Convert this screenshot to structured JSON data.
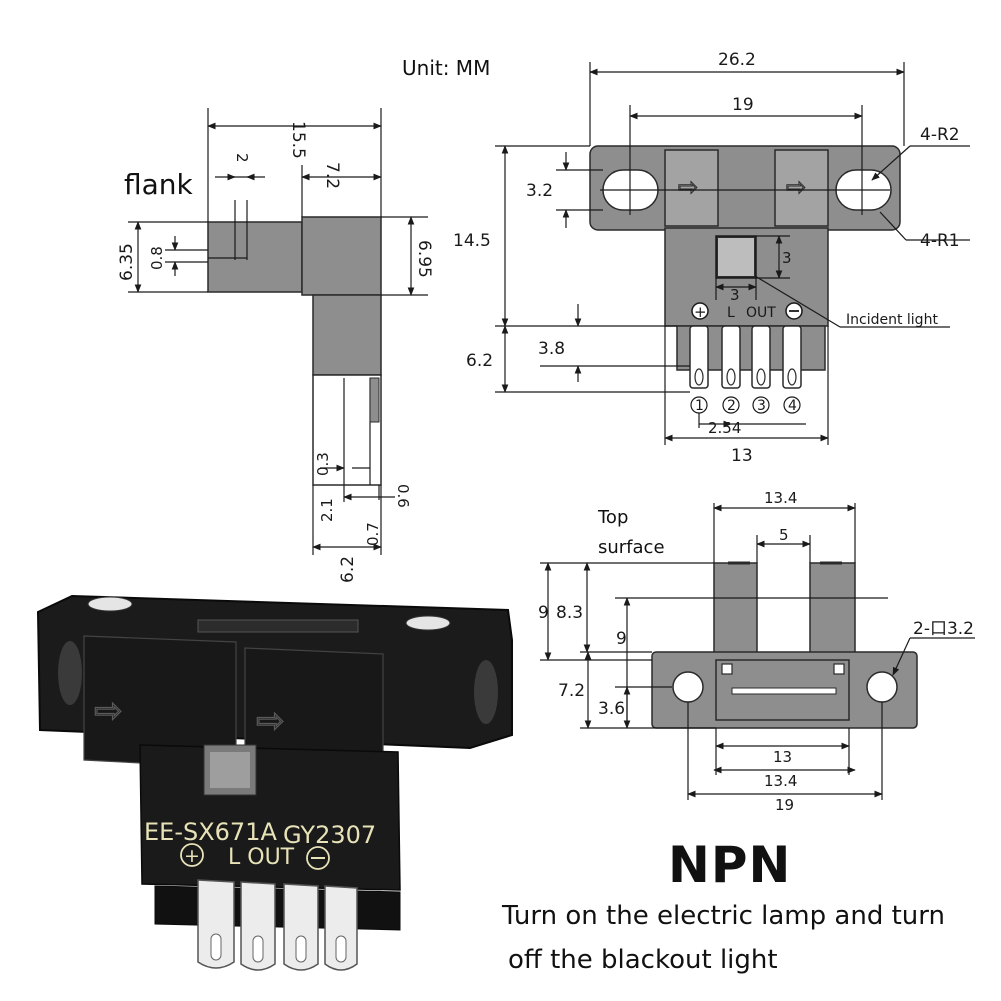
{
  "unit_label": "Unit: MM",
  "side_view": {
    "flank_label": "flank",
    "dims": {
      "width": "15.5",
      "small_gap": "2",
      "upper_width": "7.2",
      "left_height": "6.35",
      "slot_height": "0.8",
      "right_height": "6.95",
      "pin_gap": "0.3",
      "pin_offset": "2.1",
      "pin_width": "0.6",
      "pin_thickness": "0.7",
      "bottom_width": "6.2"
    }
  },
  "front_view": {
    "dims": {
      "overall_width": "26.2",
      "hole_spacing": "19",
      "slot_radius": "4-R2",
      "corner_radius": "4-R1",
      "hole_height": "3.2",
      "total_height": "14.5",
      "aperture_height": "3",
      "aperture_width": "3",
      "lead_height": "6.2",
      "lead_offset": "3.8",
      "pin_pitch": "2.54",
      "body_width": "13"
    },
    "incident_light_label": "Incident light",
    "pin_labels": [
      "L",
      "OUT"
    ],
    "pin_numbers": [
      "1",
      "2",
      "3",
      "4"
    ]
  },
  "top_view": {
    "top_surface_label_1": "Top",
    "top_surface_label_2": "surface",
    "dims": {
      "top_width": "13.4",
      "slot_width": "5",
      "total_height": "9",
      "slot_depth": "8.3",
      "inner_height": "9",
      "square_hole": "2-口3.2",
      "base_height": "7.2",
      "hole_center": "3.6",
      "inner_width": "13",
      "outer_width": "13.4",
      "overall_width": "19"
    }
  },
  "product": {
    "model": "EE-SX671A",
    "batch": "GY2307",
    "pin_marking": "L OUT"
  },
  "footer": {
    "title": "NPN",
    "line1": "Turn on the electric lamp and turn",
    "line2": "off the blackout light"
  }
}
